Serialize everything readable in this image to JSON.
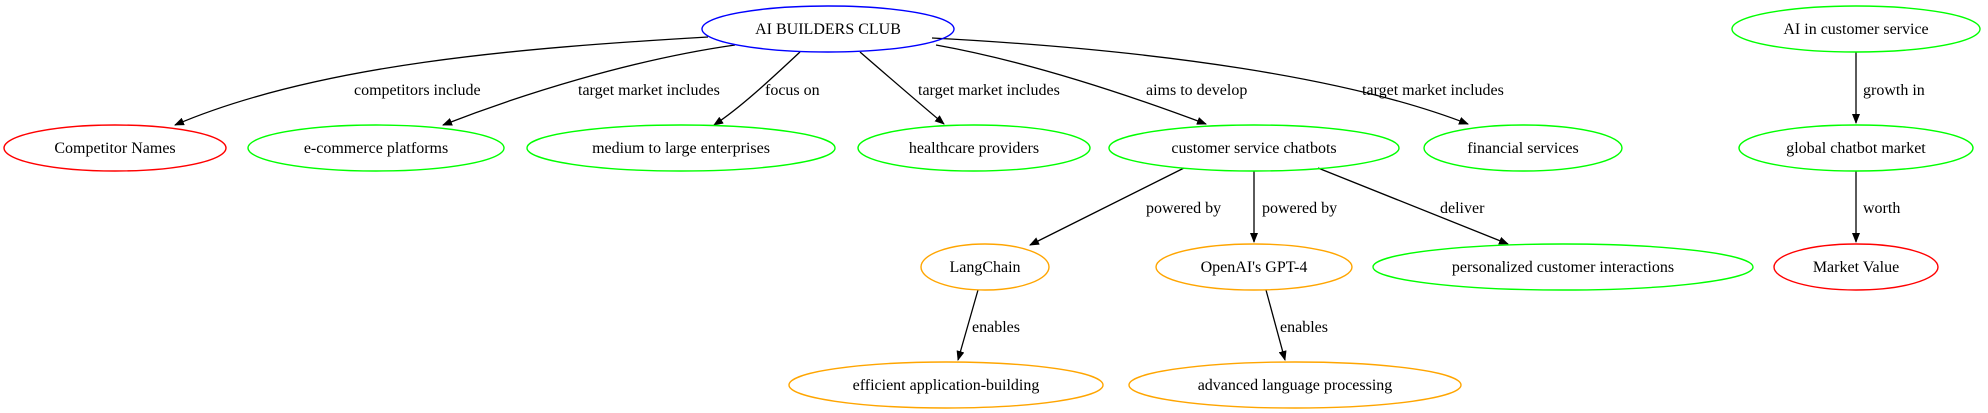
{
  "colors": {
    "blue": "#0000ff",
    "red": "#ff0000",
    "green": "#00ff00",
    "orange": "#ffa500",
    "edge": "#000000"
  },
  "nodes": [
    {
      "id": "ai_builders_club",
      "label": "AI BUILDERS CLUB",
      "color": "blue"
    },
    {
      "id": "competitor_names",
      "label": "Competitor Names",
      "color": "red"
    },
    {
      "id": "ecommerce_platforms",
      "label": "e-commerce platforms",
      "color": "green"
    },
    {
      "id": "medium_large_enterprises",
      "label": "medium to large enterprises",
      "color": "green"
    },
    {
      "id": "healthcare_providers",
      "label": "healthcare providers",
      "color": "green"
    },
    {
      "id": "customer_service_chatbots",
      "label": "customer service chatbots",
      "color": "green"
    },
    {
      "id": "financial_services",
      "label": "financial services",
      "color": "green"
    },
    {
      "id": "ai_in_customer_service",
      "label": "AI in customer service",
      "color": "green"
    },
    {
      "id": "global_chatbot_market",
      "label": "global chatbot market",
      "color": "green"
    },
    {
      "id": "market_value",
      "label": "Market Value",
      "color": "red"
    },
    {
      "id": "langchain",
      "label": "LangChain",
      "color": "orange"
    },
    {
      "id": "openai_gpt4",
      "label": "OpenAI's GPT-4",
      "color": "orange"
    },
    {
      "id": "personalized_interactions",
      "label": "personalized customer interactions",
      "color": "green"
    },
    {
      "id": "efficient_app_building",
      "label": "efficient application-building",
      "color": "orange"
    },
    {
      "id": "advanced_language_processing",
      "label": "advanced language processing",
      "color": "orange"
    }
  ],
  "edges": [
    {
      "id": "e1",
      "from": "ai_builders_club",
      "to": "competitor_names",
      "label": "competitors include"
    },
    {
      "id": "e2",
      "from": "ai_builders_club",
      "to": "ecommerce_platforms",
      "label": "target market includes"
    },
    {
      "id": "e3",
      "from": "ai_builders_club",
      "to": "medium_large_enterprises",
      "label": "focus on"
    },
    {
      "id": "e4",
      "from": "ai_builders_club",
      "to": "healthcare_providers",
      "label": "target market includes"
    },
    {
      "id": "e5",
      "from": "ai_builders_club",
      "to": "customer_service_chatbots",
      "label": "aims to develop"
    },
    {
      "id": "e6",
      "from": "ai_builders_club",
      "to": "financial_services",
      "label": "target market includes"
    },
    {
      "id": "e7",
      "from": "customer_service_chatbots",
      "to": "langchain",
      "label": "powered by"
    },
    {
      "id": "e8",
      "from": "customer_service_chatbots",
      "to": "openai_gpt4",
      "label": "powered by"
    },
    {
      "id": "e9",
      "from": "customer_service_chatbots",
      "to": "personalized_interactions",
      "label": "deliver"
    },
    {
      "id": "e10",
      "from": "langchain",
      "to": "efficient_app_building",
      "label": "enables"
    },
    {
      "id": "e11",
      "from": "openai_gpt4",
      "to": "advanced_language_processing",
      "label": "enables"
    },
    {
      "id": "e12",
      "from": "ai_in_customer_service",
      "to": "global_chatbot_market",
      "label": "growth in"
    },
    {
      "id": "e13",
      "from": "global_chatbot_market",
      "to": "market_value",
      "label": "worth"
    }
  ]
}
